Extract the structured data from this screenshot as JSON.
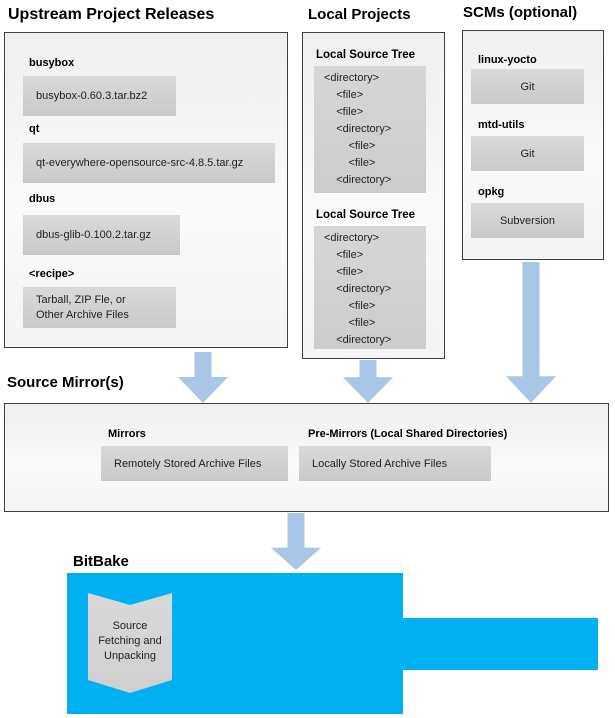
{
  "titles": {
    "upstream": "Upstream Project Releases",
    "local": "Local Projects",
    "scms": "SCMs (optional)",
    "source_mirror": "Source Mirror(s)",
    "bitbake": "BitBake"
  },
  "upstream": {
    "items": [
      {
        "label": "busybox",
        "value": "busybox-0.60.3.tar.bz2"
      },
      {
        "label": "qt",
        "value": "qt-everywhere-opensource-src-4.8.5.tar.gz"
      },
      {
        "label": "dbus",
        "value": "dbus-glib-0.100.2.tar.gz"
      },
      {
        "label": "<recipe>",
        "value": "Tarball, ZIP Fle, or\nOther Archive Files"
      }
    ]
  },
  "local_projects": {
    "sections": [
      {
        "label": "Local Source Tree",
        "tree": "<directory>\n    <file>\n    <file>\n    <directory>\n        <file>\n        <file>\n    <directory>"
      },
      {
        "label": "Local Source Tree",
        "tree": "<directory>\n    <file>\n    <file>\n    <directory>\n        <file>\n        <file>\n    <directory>"
      }
    ]
  },
  "scms": {
    "items": [
      {
        "label": "linux-yocto",
        "value": "Git"
      },
      {
        "label": "mtd-utils",
        "value": "Git"
      },
      {
        "label": "opkg",
        "value": "Subversion"
      }
    ]
  },
  "source_mirror": {
    "mirrors_label": "Mirrors",
    "mirrors_value": "Remotely Stored Archive Files",
    "premirrors_label": "Pre-Mirrors (Local Shared Directories)",
    "premirrors_value": "Locally Stored Archive Files"
  },
  "bitbake": {
    "task": "Source\nFetching and\nUnpacking"
  },
  "colors": {
    "bitbake_blue": "#00b0f0",
    "arrow_blue": "#a9c6e6",
    "box_gray": "#d2d2d2",
    "panel_border": "#404040"
  }
}
